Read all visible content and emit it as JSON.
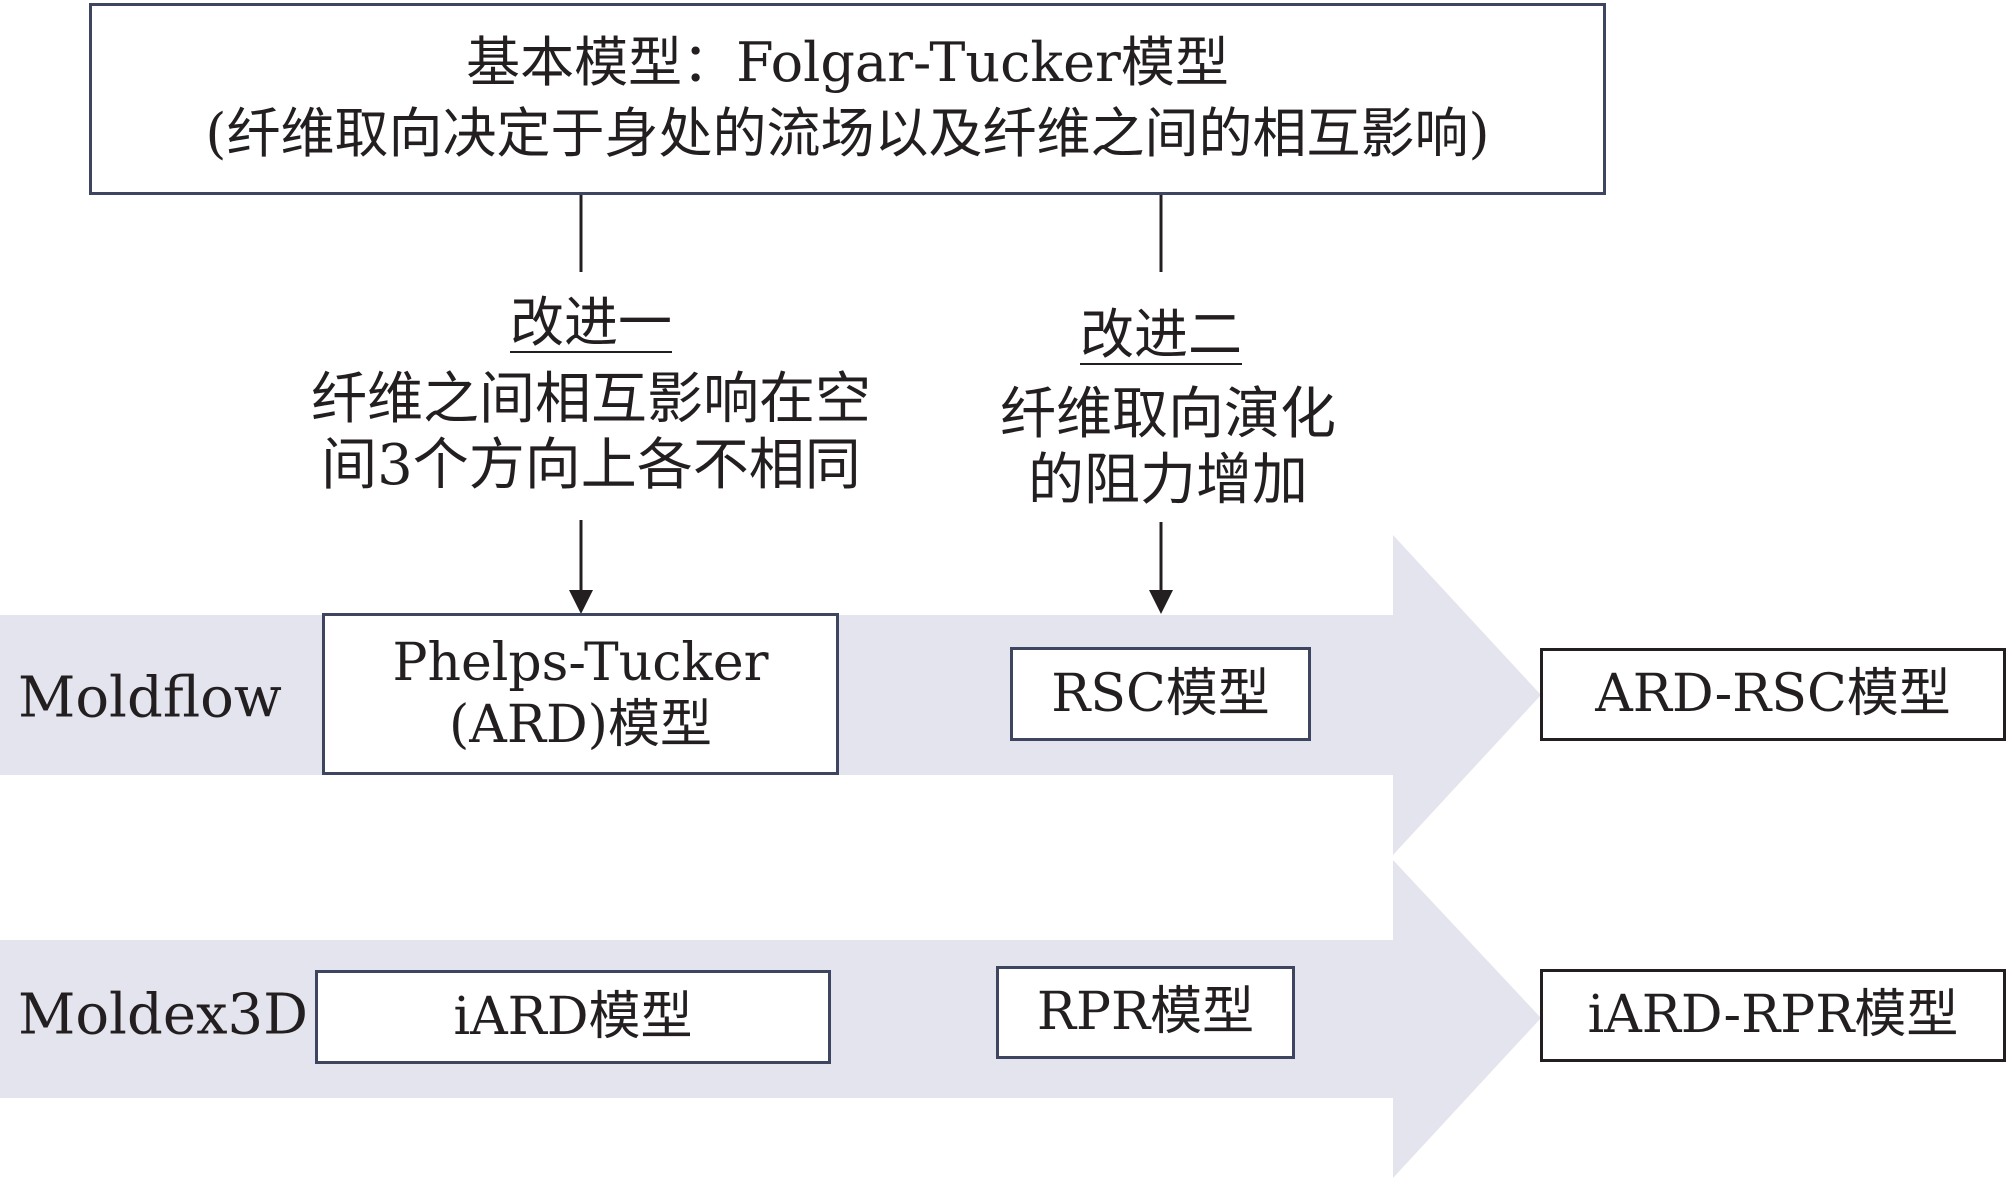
{
  "base_model": {
    "title": "基本模型：Folgar-Tucker模型",
    "subtitle": "(纤维取向决定于身处的流场以及纤维之间的相互影响)"
  },
  "improvement_1": {
    "heading": "改进一",
    "description_line1": "纤维之间相互影响在空",
    "description_line2": "间3个方向上各不相同"
  },
  "improvement_2": {
    "heading": "改进二",
    "description_line1": "纤维取向演化",
    "description_line2": "的阻力增加"
  },
  "moldflow": {
    "label": "Moldflow",
    "model_1_line1": "Phelps-Tucker",
    "model_1_line2": "(ARD)模型",
    "model_2": "RSC模型",
    "combined": "ARD-RSC模型"
  },
  "moldex3d": {
    "label": "Moldex3D",
    "model_1": "iARD模型",
    "model_2": "RPR模型",
    "combined": "iARD-RPR模型"
  },
  "colors": {
    "band": "#e4e4ee",
    "box_border": "#3d4560",
    "line": "#231f20"
  }
}
